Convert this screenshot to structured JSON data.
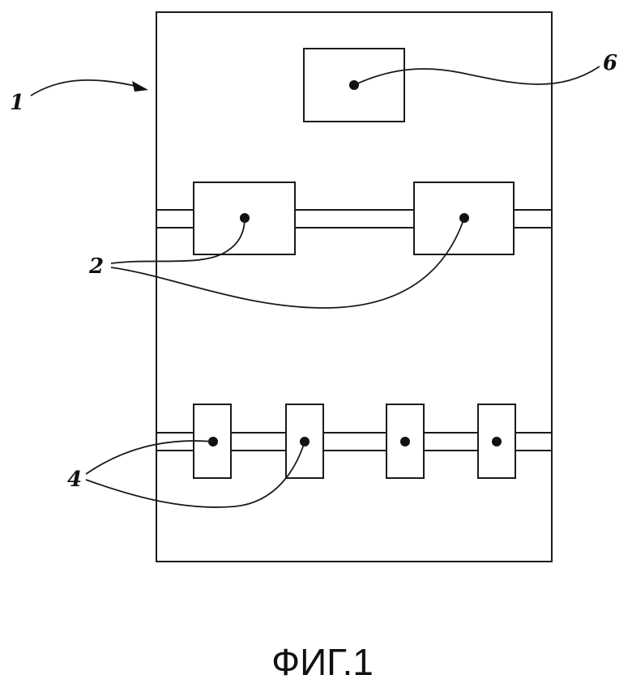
{
  "figure": {
    "caption": "ФИГ.1",
    "labels": {
      "housing": "1",
      "upper_modules": "2",
      "lower_modules": "4",
      "top_unit": "6"
    }
  }
}
